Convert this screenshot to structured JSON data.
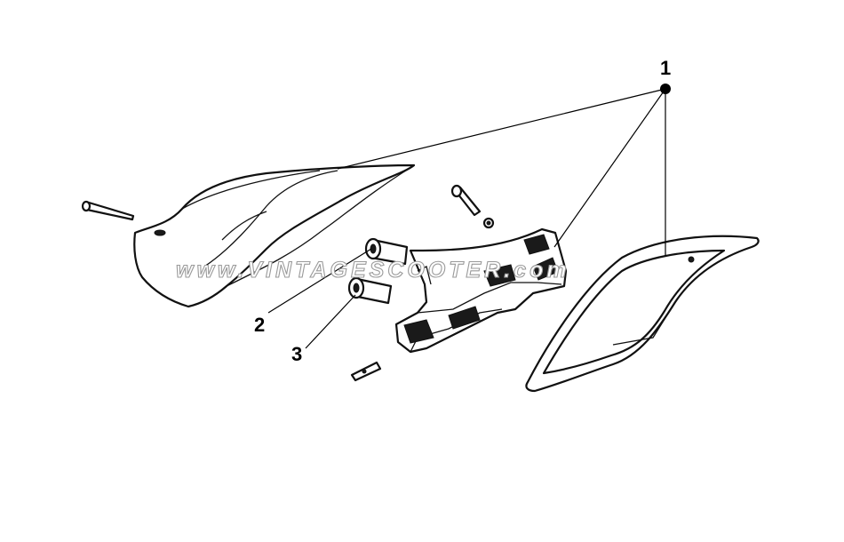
{
  "callouts": {
    "one": "1",
    "two": "2",
    "three": "3"
  },
  "watermark": "www.VINTAGESCOOTER.com"
}
